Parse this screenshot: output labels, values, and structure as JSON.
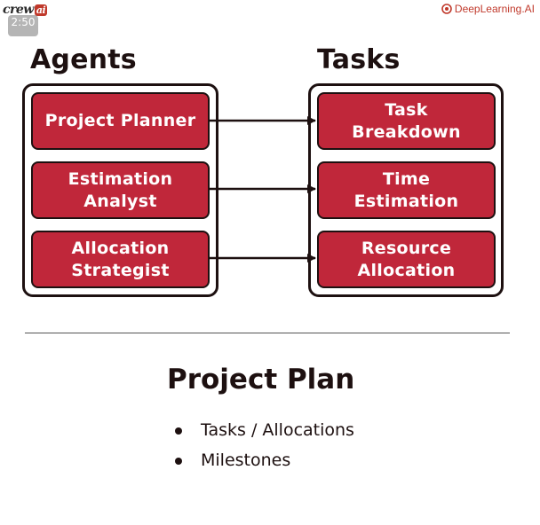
{
  "logos": {
    "left_brand_main": "crew",
    "left_brand_badge": "ai",
    "left_timer": "2:50",
    "right_brand": "DeepLearning.AI"
  },
  "colors": {
    "node_fill": "#c0273a",
    "outline": "#1d1010",
    "brand_red": "#c0392b"
  },
  "agents": {
    "title": "Agents",
    "items": [
      "Project Planner",
      "Estimation\nAnalyst",
      "Allocation\nStrategist"
    ]
  },
  "tasks": {
    "title": "Tasks",
    "items": [
      "Task\nBreakdown",
      "Time\nEstimation",
      "Resource\nAllocation"
    ]
  },
  "output": {
    "title": "Project Plan",
    "bullets": [
      "Tasks / Allocations",
      "Milestones"
    ]
  }
}
